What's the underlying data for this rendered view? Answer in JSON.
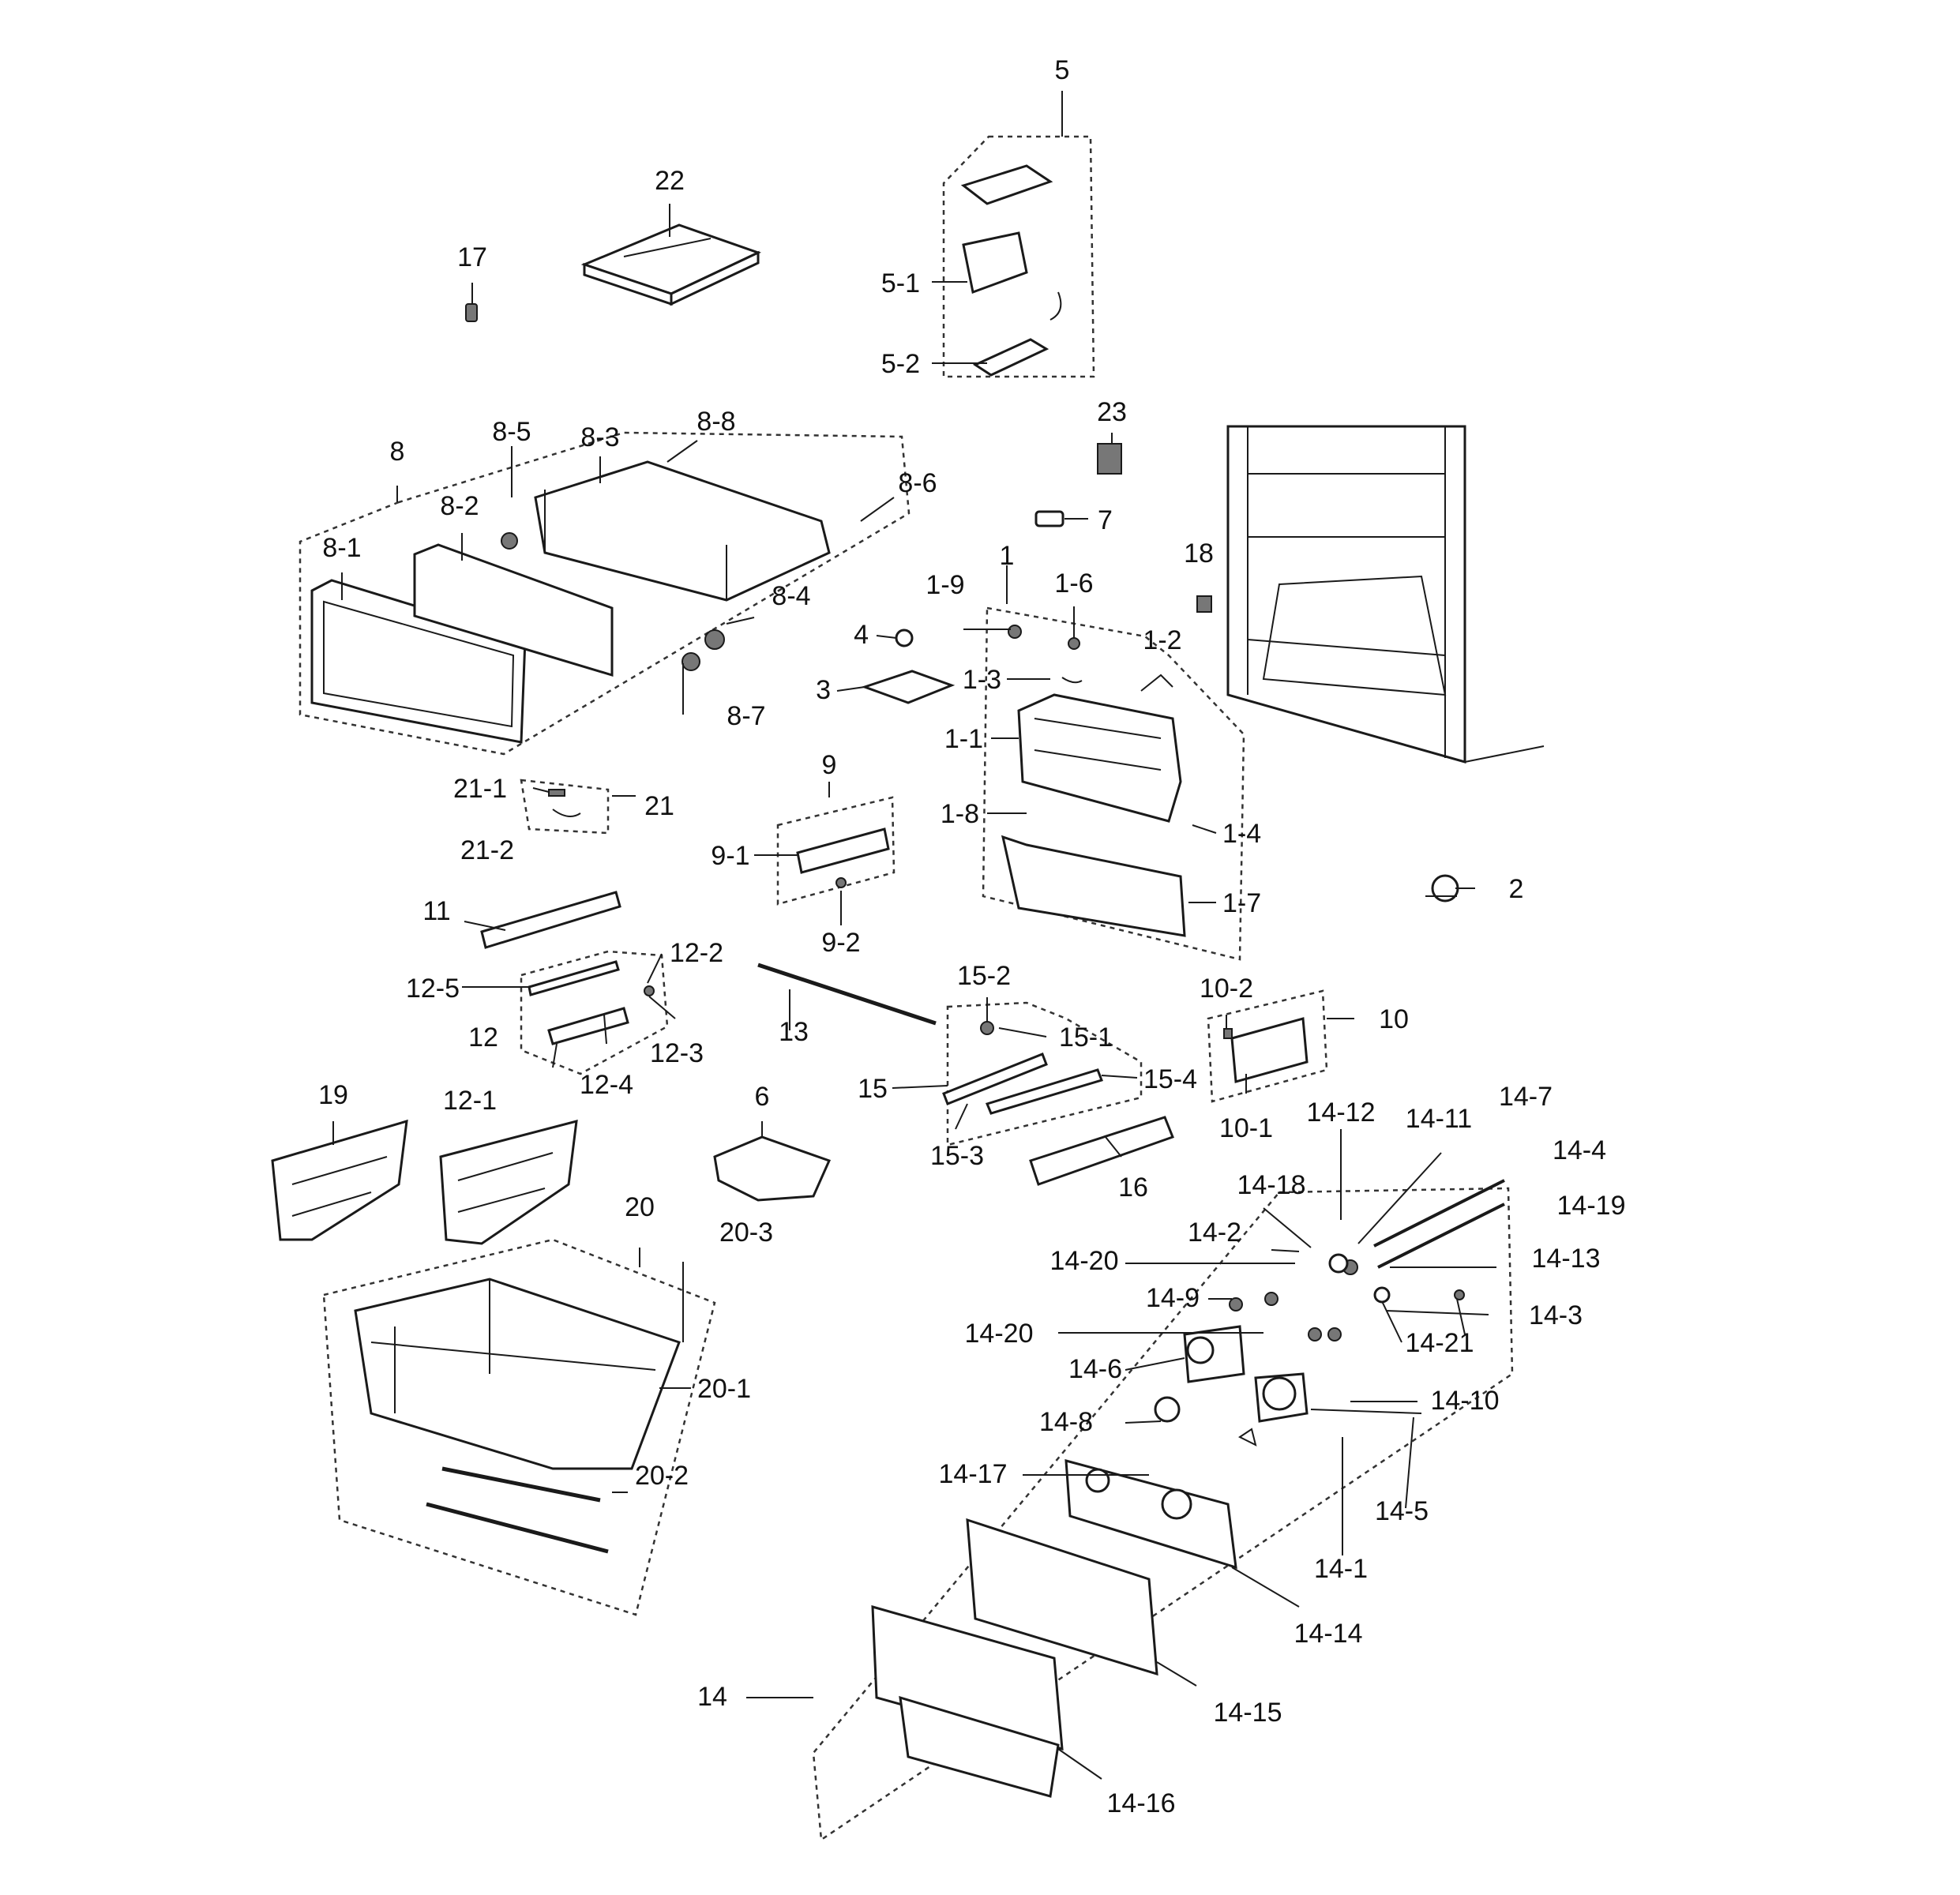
{
  "labels": {
    "l1": "1",
    "l1_1": "1-1",
    "l1_2": "1-2",
    "l1_3": "1-3",
    "l1_4": "1-4",
    "l1_6": "1-6",
    "l1_7": "1-7",
    "l1_8": "1-8",
    "l1_9": "1-9",
    "l2": "2",
    "l3": "3",
    "l4": "4",
    "l5": "5",
    "l5_1": "5-1",
    "l5_2": "5-2",
    "l6": "6",
    "l7": "7",
    "l8": "8",
    "l8_1": "8-1",
    "l8_2": "8-2",
    "l8_3": "8-3",
    "l8_4": "8-4",
    "l8_5": "8-5",
    "l8_6": "8-6",
    "l8_7": "8-7",
    "l8_8": "8-8",
    "l9": "9",
    "l9_1": "9-1",
    "l9_2": "9-2",
    "l10": "10",
    "l10_1": "10-1",
    "l10_2": "10-2",
    "l11": "11",
    "l12": "12",
    "l12_1": "12-1",
    "l12_2": "12-2",
    "l12_3": "12-3",
    "l12_4": "12-4",
    "l12_5": "12-5",
    "l13": "13",
    "l14": "14",
    "l14_1": "14-1",
    "l14_2": "14-2",
    "l14_3": "14-3",
    "l14_4": "14-4",
    "l14_5": "14-5",
    "l14_6": "14-6",
    "l14_7": "14-7",
    "l14_8": "14-8",
    "l14_9": "14-9",
    "l14_10": "14-10",
    "l14_11": "14-11",
    "l14_12": "14-12",
    "l14_13": "14-13",
    "l14_14": "14-14",
    "l14_15": "14-15",
    "l14_16": "14-16",
    "l14_17": "14-17",
    "l14_18": "14-18",
    "l14_19": "14-19",
    "l14_20a": "14-20",
    "l14_20b": "14-20",
    "l14_21": "14-21",
    "l15": "15",
    "l15_1": "15-1",
    "l15_2": "15-2",
    "l15_3": "15-3",
    "l15_4": "15-4",
    "l16": "16",
    "l17": "17",
    "l18": "18",
    "l19": "19",
    "l20": "20",
    "l20_1": "20-1",
    "l20_2": "20-2",
    "l20_3": "20-3",
    "l21": "21",
    "l21_1": "21-1",
    "l21_2": "21-2",
    "l22": "22",
    "l23": "23"
  }
}
